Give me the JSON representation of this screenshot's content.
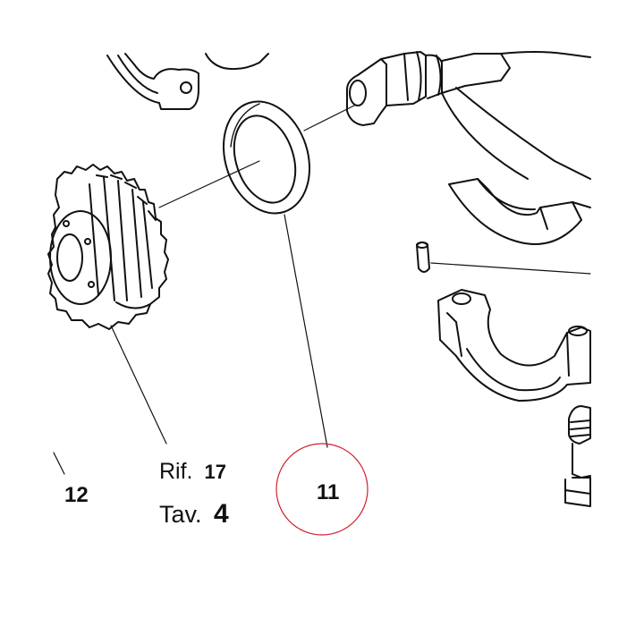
{
  "callouts": {
    "part_12": "12",
    "ref_prefix": "Rif.",
    "ref_number": "17",
    "table_prefix": "Tav.",
    "table_number": "4",
    "part_11": "11"
  },
  "colors": {
    "line": "#111111",
    "highlight_circle": "#d2202f",
    "background": "#ffffff"
  }
}
